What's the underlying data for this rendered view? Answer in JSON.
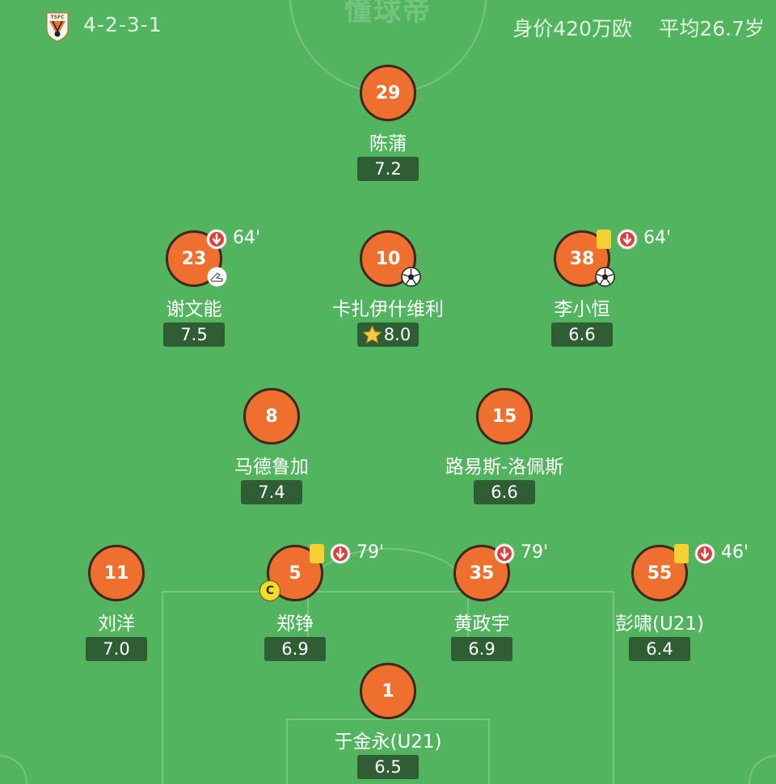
{
  "watermark": "懂球帝",
  "header": {
    "formation": "4-2-3-1",
    "market_value": "身价420万欧",
    "avg_age": "平均26.7岁",
    "crest_text": "TSFC"
  },
  "colors": {
    "pitch": "#52b45e",
    "jersey": "#ef6f2e",
    "rating_bg": "#2f5e34",
    "yellow_card": "#f6cf30",
    "sub_off": "#e0403a"
  },
  "players": {
    "p29": {
      "number": "29",
      "name": "陈蒲",
      "rating": "7.2"
    },
    "p23": {
      "number": "23",
      "name": "谢文能",
      "rating": "7.5",
      "sub_minute": "64'"
    },
    "p10": {
      "number": "10",
      "name": "卡扎伊什维利",
      "rating": "8.0"
    },
    "p38": {
      "number": "38",
      "name": "李小恒",
      "rating": "6.6",
      "sub_minute": "64'"
    },
    "p8": {
      "number": "8",
      "name": "马德鲁加",
      "rating": "7.4"
    },
    "p15": {
      "number": "15",
      "name": "路易斯-洛佩斯",
      "rating": "6.6"
    },
    "p11": {
      "number": "11",
      "name": "刘洋",
      "rating": "7.0"
    },
    "p5": {
      "number": "5",
      "name": "郑铮",
      "rating": "6.9",
      "sub_minute": "79'",
      "captain_mark": "C"
    },
    "p35": {
      "number": "35",
      "name": "黄政宇",
      "rating": "6.9",
      "sub_minute": "79'"
    },
    "p55": {
      "number": "55",
      "name": "彭啸(U21)",
      "rating": "6.4",
      "sub_minute": "46'"
    },
    "p1": {
      "number": "1",
      "name": "于金永(U21)",
      "rating": "6.5"
    }
  }
}
